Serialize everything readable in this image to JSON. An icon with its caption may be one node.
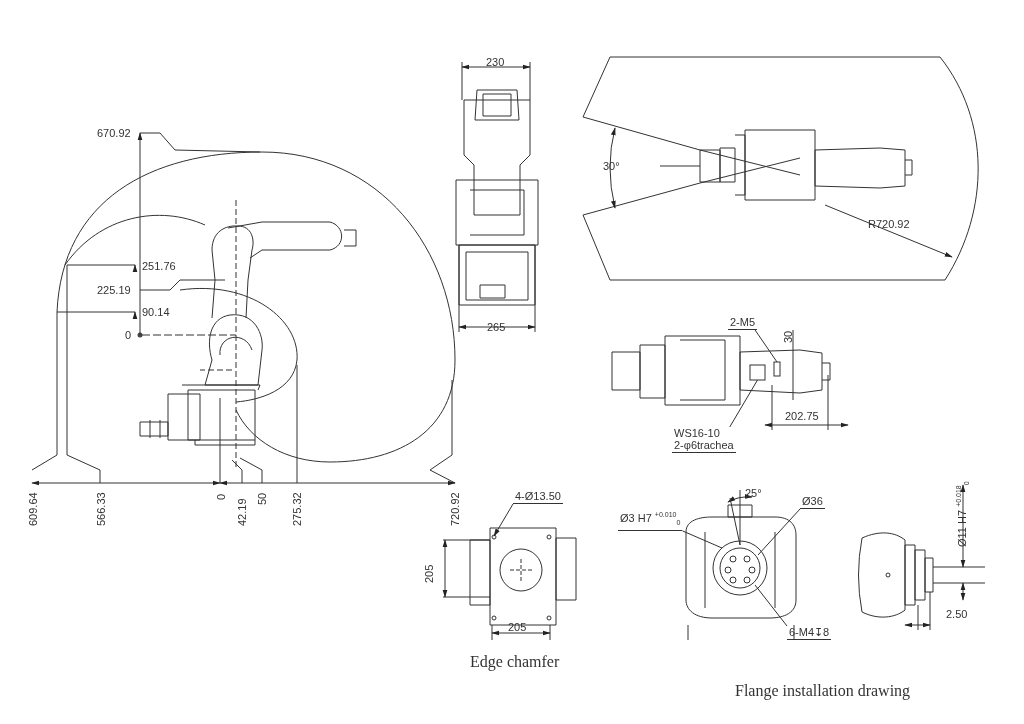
{
  "diagram": {
    "nodes": [
      {
        "text": [
          "4-Ø13.50"
        ]
      },
      {
        "text": [
          "2-M5"
        ]
      },
      {
        "text": [
          "WS16-10",
          "2-φ6trachea"
        ]
      },
      {
        "text": [
          "Ø3 H7 $^{+0.010}$$_{0}$"
        ]
      },
      {
        "text": [
          "Ø36"
        ]
      },
      {
        "text": [
          "6-M4↧8"
        ]
      },
      {
        "text": [],
        "shape": "box"
      },
      {
        "text": [],
        "shape": "box"
      }
    ],
    "edges": [
      {
        "from": 0,
        "to": null,
        "arrow": "to"
      },
      {
        "from": 1,
        "to": 7,
        "arrow": "none"
      },
      {
        "from": 2,
        "to": 6,
        "arrow": "none"
      },
      {
        "from": 3,
        "to": null,
        "arrow": "none"
      },
      {
        "from": 4,
        "to": null,
        "arrow": "none"
      },
      {
        "from": 5,
        "to": null,
        "arrow": "none"
      }
    ],
    "labels": [
      "670.92",
      "251.76",
      "225.19",
      "90.14",
      "0",
      "609.64",
      "566.33",
      "0",
      "42.19",
      "50",
      "275.32",
      "720.92",
      "230",
      "265",
      "30°",
      "R720.92",
      "30",
      "202.75",
      "205",
      "205",
      "Edge chamfer",
      "25°",
      "Ø11 H7 $^{+0.018}$$_{0}$",
      "2.50",
      "Flange installation drawing"
    ]
  }
}
